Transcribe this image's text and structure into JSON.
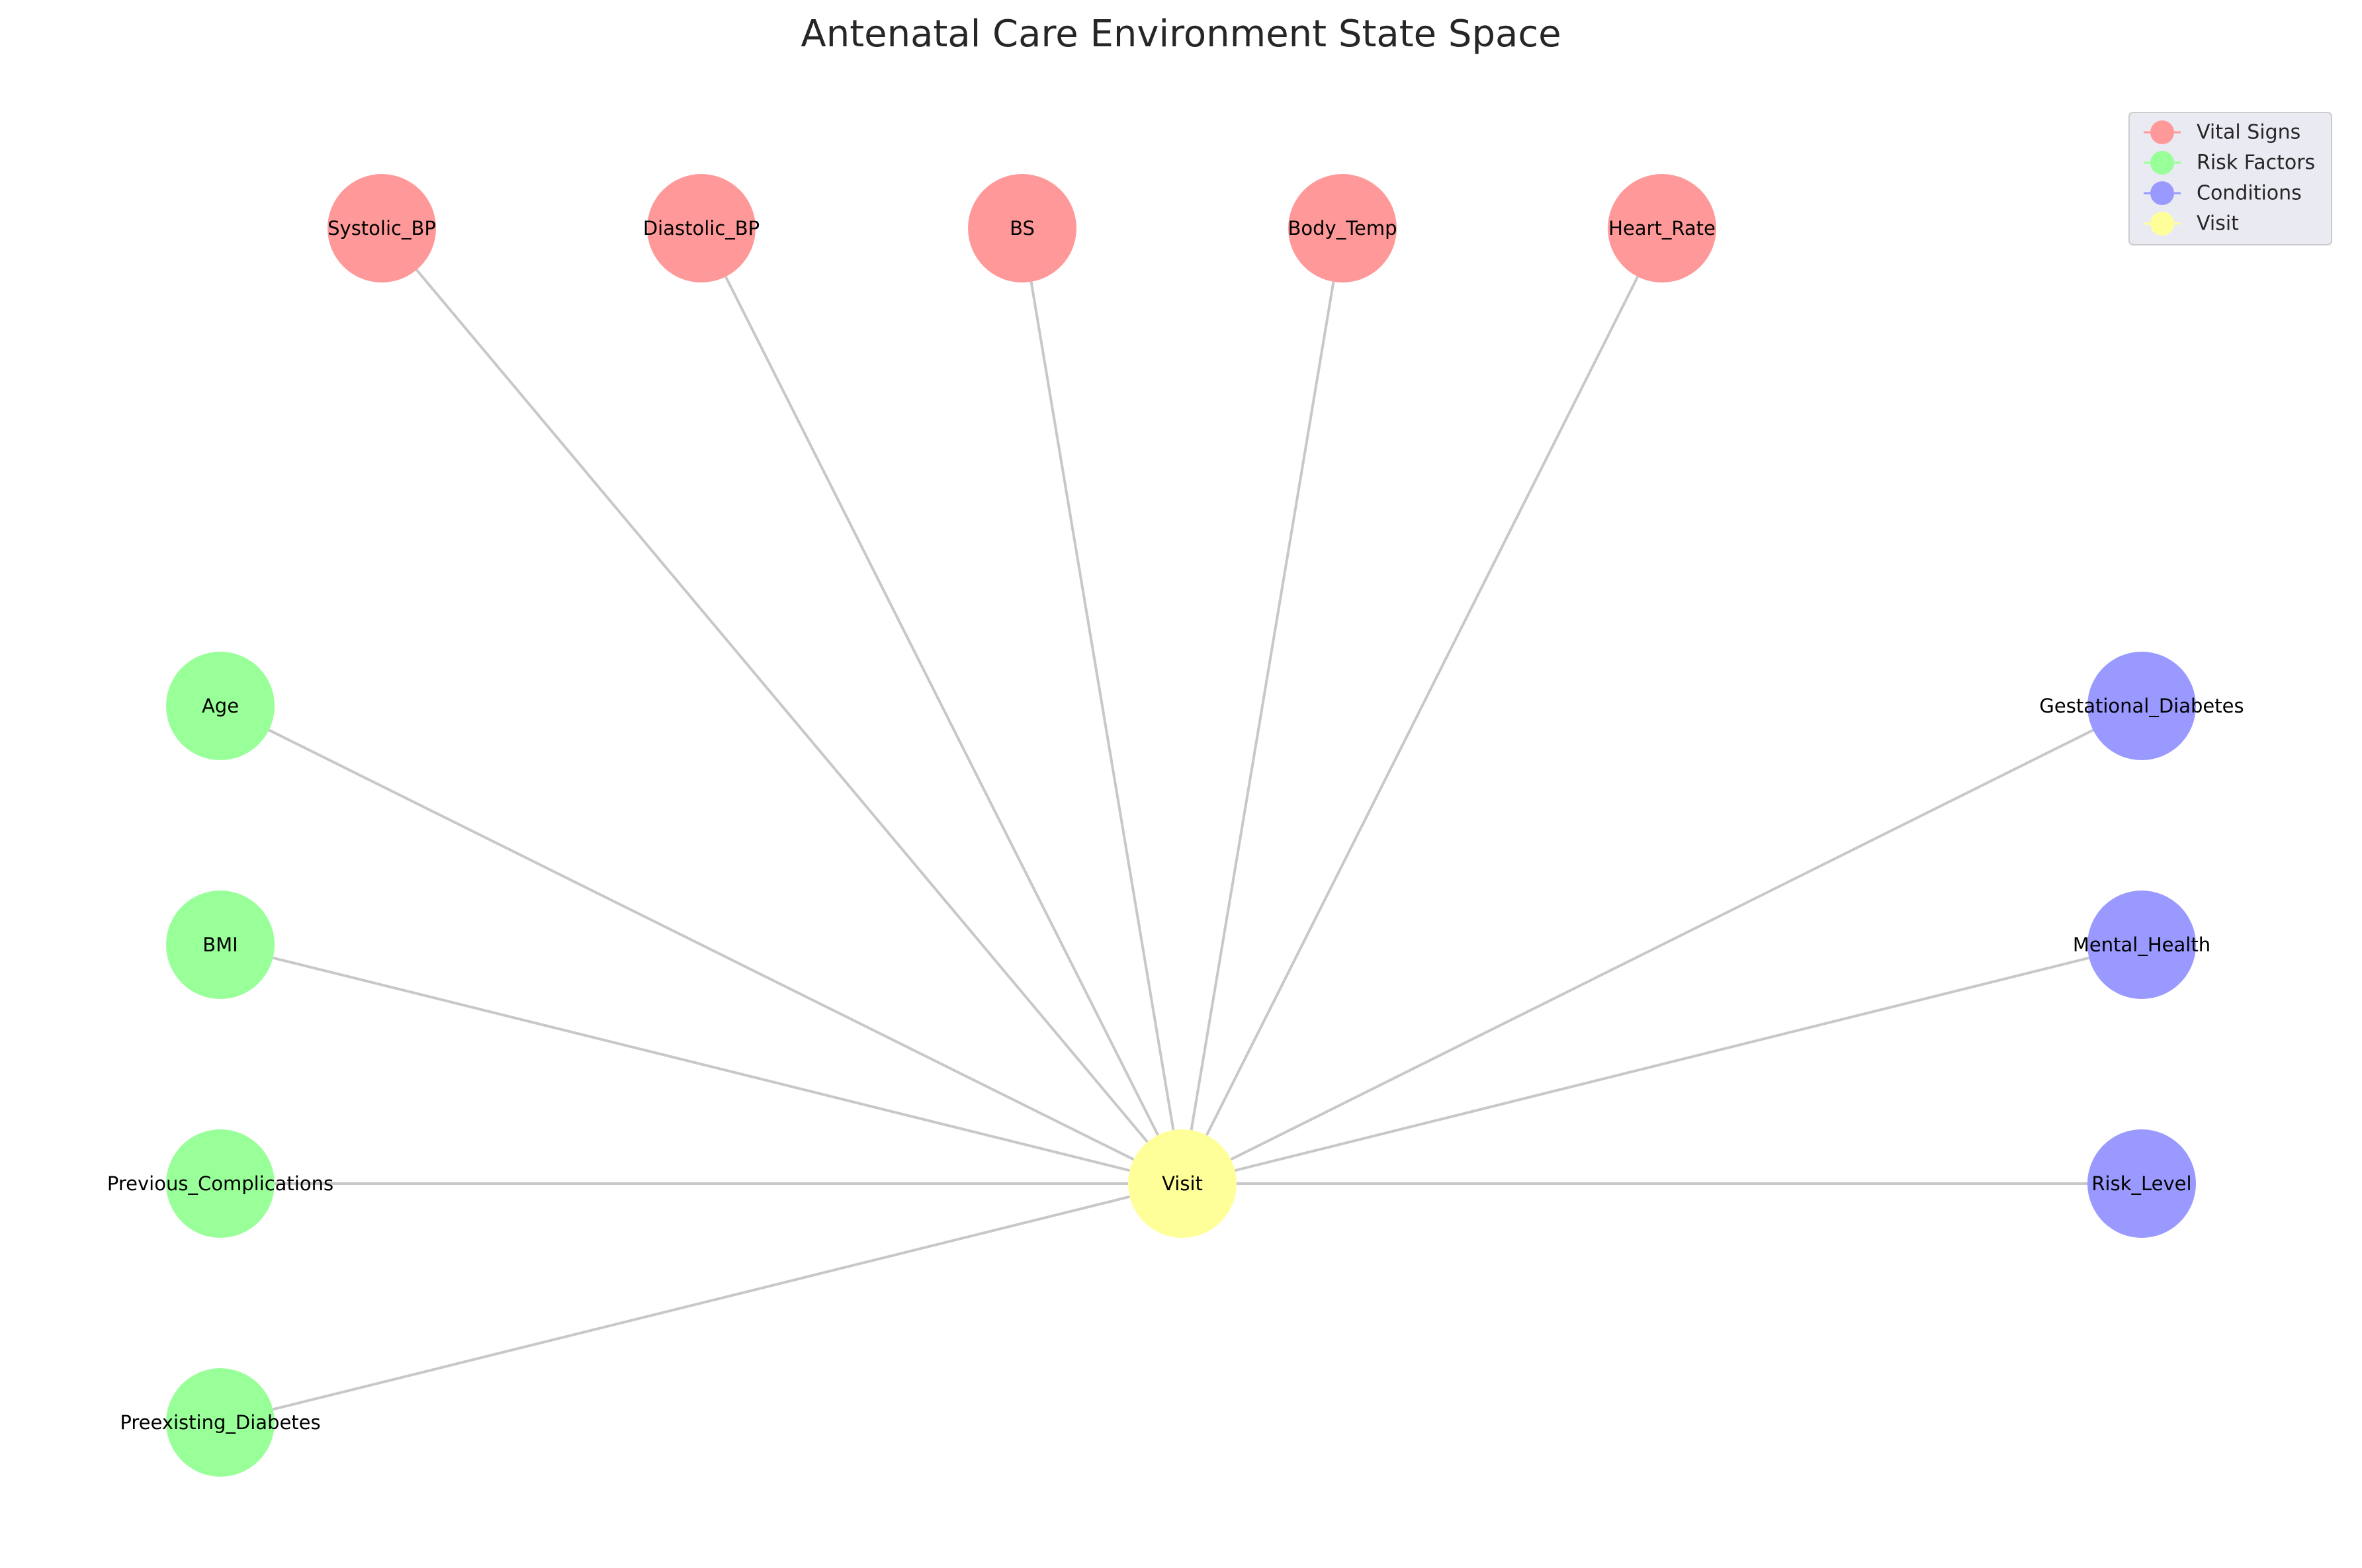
{
  "title": "Antenatal Care Environment State Space",
  "colors": {
    "vital": "#ff9999",
    "risk": "#99ff99",
    "condition": "#9999ff",
    "visit": "#ffff99",
    "edge": "#c8c8c8"
  },
  "legend": [
    {
      "label": "Vital Signs",
      "group": "vital"
    },
    {
      "label": "Risk Factors",
      "group": "risk"
    },
    {
      "label": "Conditions",
      "group": "condition"
    },
    {
      "label": "Visit",
      "group": "visit"
    }
  ],
  "nodes": [
    {
      "id": "Systolic_BP",
      "label": "Systolic_BP",
      "group": "vital"
    },
    {
      "id": "Diastolic_BP",
      "label": "Diastolic_BP",
      "group": "vital"
    },
    {
      "id": "BS",
      "label": "BS",
      "group": "vital"
    },
    {
      "id": "Body_Temp",
      "label": "Body_Temp",
      "group": "vital"
    },
    {
      "id": "Heart_Rate",
      "label": "Heart_Rate",
      "group": "vital"
    },
    {
      "id": "Age",
      "label": "Age",
      "group": "risk"
    },
    {
      "id": "BMI",
      "label": "BMI",
      "group": "risk"
    },
    {
      "id": "Previous_Complications",
      "label": "Previous_Complications",
      "group": "risk"
    },
    {
      "id": "Preexisting_Diabetes",
      "label": "Preexisting_Diabetes",
      "group": "risk"
    },
    {
      "id": "Gestational_Diabetes",
      "label": "Gestational_Diabetes",
      "group": "condition"
    },
    {
      "id": "Mental_Health",
      "label": "Mental_Health",
      "group": "condition"
    },
    {
      "id": "Risk_Level",
      "label": "Risk_Level",
      "group": "condition"
    },
    {
      "id": "Visit",
      "label": "Visit",
      "group": "visit"
    }
  ],
  "edges": [
    [
      "Visit",
      "Systolic_BP"
    ],
    [
      "Visit",
      "Diastolic_BP"
    ],
    [
      "Visit",
      "BS"
    ],
    [
      "Visit",
      "Body_Temp"
    ],
    [
      "Visit",
      "Heart_Rate"
    ],
    [
      "Visit",
      "Age"
    ],
    [
      "Visit",
      "BMI"
    ],
    [
      "Visit",
      "Previous_Complications"
    ],
    [
      "Visit",
      "Preexisting_Diabetes"
    ],
    [
      "Visit",
      "Gestational_Diabetes"
    ],
    [
      "Visit",
      "Mental_Health"
    ],
    [
      "Visit",
      "Risk_Level"
    ]
  ]
}
